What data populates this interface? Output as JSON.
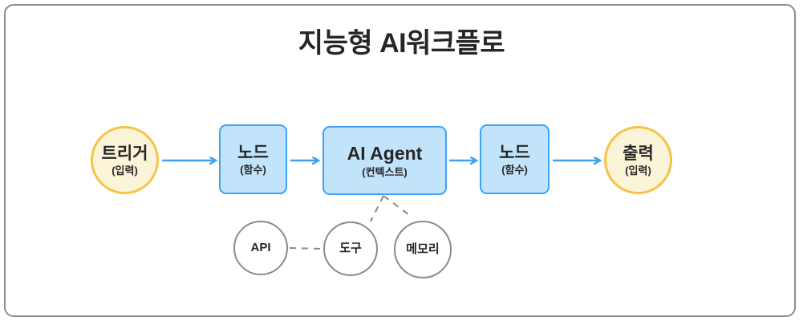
{
  "title": "지능형 AI워크플로",
  "colors": {
    "accent_blue": "#3FA2F5",
    "node_fill": "#C2E4FB",
    "amber_border": "#F6C445",
    "amber_fill": "#FCF4D8",
    "gray_border": "#8A8A8A",
    "frame_border": "#8C8C8C",
    "text": "#262626"
  },
  "flow": {
    "trigger": {
      "label": "트리거",
      "sublabel": "(입력)"
    },
    "node1": {
      "label": "노드",
      "sublabel": "(함수)"
    },
    "agent": {
      "label": "AI Agent",
      "sublabel": "(컨텍스트)"
    },
    "node2": {
      "label": "노드",
      "sublabel": "(함수)"
    },
    "output": {
      "label": "출력",
      "sublabel": "(입력)"
    }
  },
  "resources": {
    "api": {
      "label": "API"
    },
    "tool": {
      "label": "도구"
    },
    "memory": {
      "label": "메모리"
    }
  }
}
